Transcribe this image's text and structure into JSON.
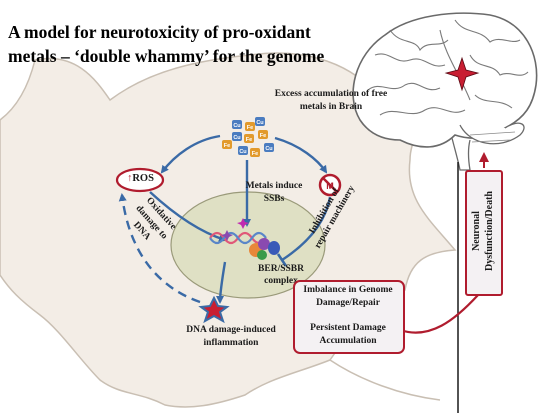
{
  "title": "A model for neurotoxicity of pro-oxidant metals – ‘double whammy’ for the genome",
  "labels": {
    "excess": "Excess accumulation of free metals in Brain",
    "ros": "ROS",
    "ros_arrow": "↑",
    "metals_induce": "Metals induce SSBs",
    "oxidative": "Oxidative damage to DNA",
    "inhibition": "Inhibition of repair machinery",
    "ber": "BER/SSBR complex",
    "dna_inflam": "DNA damage-induced inflammation",
    "imbalance": "Imbalance in Genome Damage/Repair",
    "persistent": "Persistent Damage Accumulation",
    "neuronal": "Neuronal Dysfunction/Death"
  },
  "metal_chips": [
    "Cu",
    "Fe",
    "Cu",
    "Fe",
    "Cu",
    "Fe",
    "Cu",
    "Fe",
    "Cu",
    "Fe"
  ],
  "colors": {
    "accent_red": "#b01c2e",
    "arrow_blue": "#3a6aa6",
    "nucleus": "#dfe0c4",
    "cell": "#f3ede6"
  }
}
